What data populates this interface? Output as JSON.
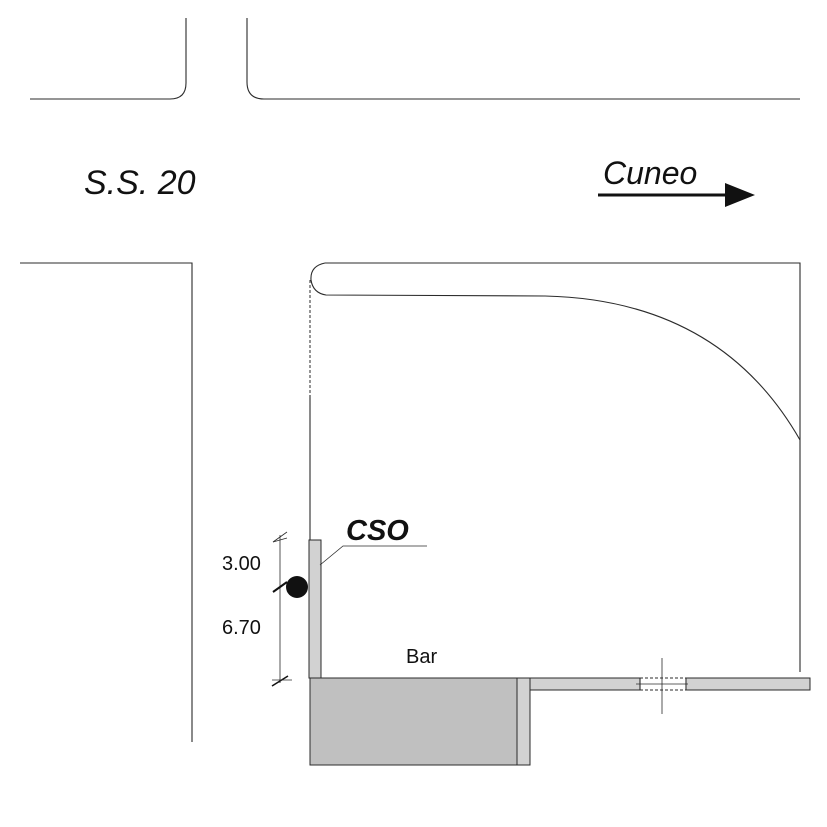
{
  "labels": {
    "road": "S.S. 20",
    "direction": "Cuneo",
    "cso": "CSO",
    "building": "Bar"
  },
  "dimensions": {
    "upper": "3.00",
    "lower": "6.70"
  },
  "colors": {
    "line": "#2b2b2b",
    "wall_fill": "#d2d2d2",
    "building_fill": "#c0c0c0",
    "marker": "#111111"
  }
}
